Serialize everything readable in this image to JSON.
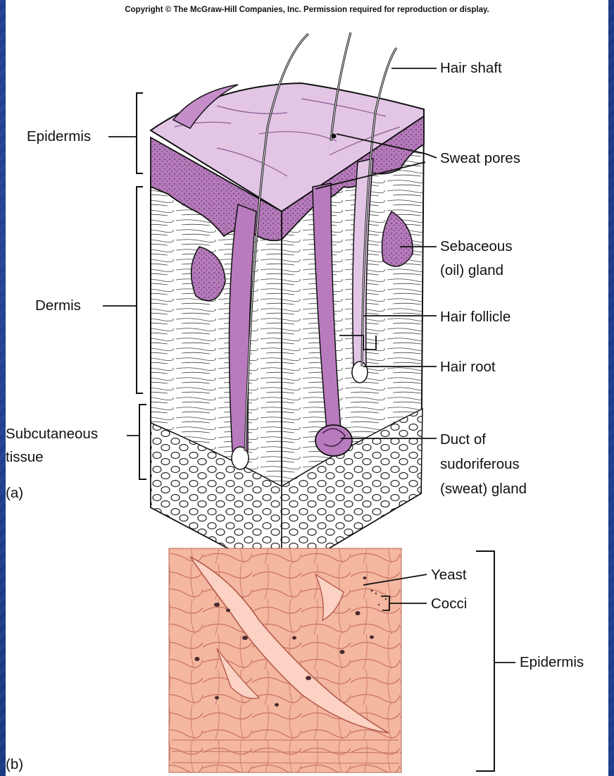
{
  "copyright": "Copyright © The McGraw-Hill Companies, Inc. Permission required for reproduction or display.",
  "panel_a": {
    "label": "(a)",
    "left_labels": {
      "epidermis": "Epidermis",
      "dermis": "Dermis",
      "subcutaneous_line1": "Subcutaneous",
      "subcutaneous_line2": "tissue"
    },
    "right_labels": {
      "hair_shaft": "Hair shaft",
      "sweat_pores": "Sweat pores",
      "sebaceous_line1": "Sebaceous",
      "sebaceous_line2": "(oil) gland",
      "hair_follicle": "Hair follicle",
      "hair_root": "Hair root",
      "duct_line1": "Duct of",
      "duct_line2": "sudoriferous",
      "duct_line3": "(sweat) gland"
    }
  },
  "panel_b": {
    "label": "(b)",
    "labels": {
      "yeast": "Yeast",
      "cocci": "Cocci",
      "epidermis": "Epidermis"
    }
  },
  "colors": {
    "background": "#1a3a86",
    "epidermis_purple": "#b87bbd",
    "light_purple": "#e3c6e6",
    "panel_b_pink": "#f2b39c"
  }
}
